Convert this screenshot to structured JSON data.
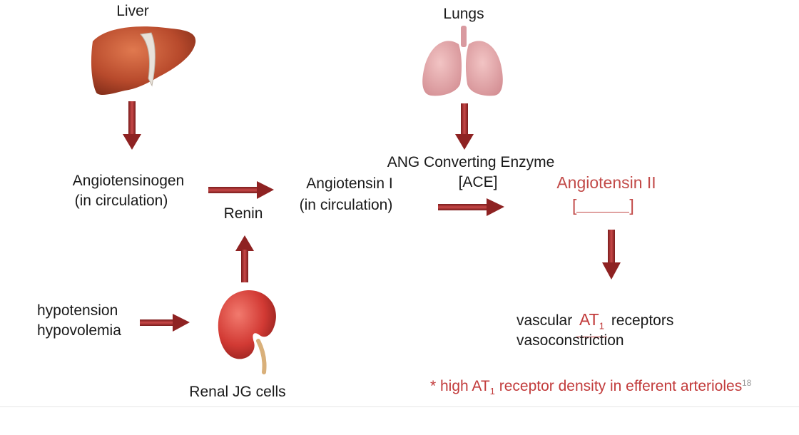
{
  "labels": {
    "liver": "Liver",
    "lungs": "Lungs",
    "angiotensinogen": "Angiotensinogen",
    "angiotensinogen_sub": "(in circulation)",
    "renin": "Renin",
    "angiotensin1": "Angiotensin I",
    "angiotensin1_sub": "(in circulation)",
    "ace_line1": "ANG Converting Enzyme",
    "ace_line2": "[ACE]",
    "angiotensin2": "Angiotensin II",
    "angiotensin2_bracket_open": "[",
    "angiotensin2_bracket_close": "]",
    "hypotension": "hypotension",
    "hypovolemia": "hypovolemia",
    "renal": "Renal JG cells",
    "vascular": "vascular",
    "at": "AT",
    "at_sub": "1",
    "receptors": "receptors",
    "vasoconstriction": "vasoconstriction",
    "note_prefix": "* high AT",
    "note_sub": "1",
    "note_suffix": " receptor density in efferent arterioles",
    "slide_number": "18"
  },
  "colors": {
    "arrow": "#a52a2a",
    "accent_red": "#c24a48",
    "liver": "#b84a2c",
    "lungs": "#e3a3a6",
    "kidney": "#d23a34"
  },
  "icons": [
    "liver-icon",
    "lungs-icon",
    "kidney-icon"
  ]
}
